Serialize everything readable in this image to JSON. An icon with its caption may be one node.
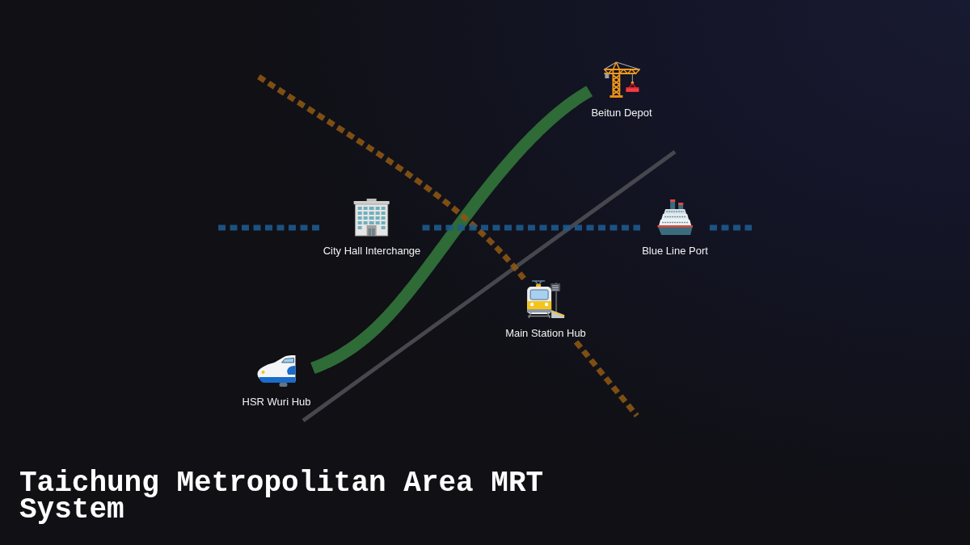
{
  "diagram": {
    "title": "Taichung Metropolitan Area MRT System",
    "nodes": [
      {
        "text": [
          "Beitun Depot"
        ]
      },
      {
        "text": [
          "City Hall Interchange"
        ]
      },
      {
        "text": [
          "Blue Line Port"
        ]
      },
      {
        "text": [
          "Main Station Hub"
        ]
      },
      {
        "text": [
          "HSR Wuri Hub"
        ]
      }
    ],
    "edges": [
      {
        "from": 4,
        "to": 0,
        "arrow": "none",
        "style": "thick",
        "color": "#2e6b37"
      },
      {
        "from": null,
        "to": 1,
        "arrow": "none",
        "style": "dashed",
        "color": "#1d5a8e"
      },
      {
        "from": 1,
        "to": 2,
        "arrow": "none",
        "style": "dashed",
        "color": "#1d5a8e"
      },
      {
        "from": 2,
        "to": null,
        "arrow": "none",
        "style": "dashed",
        "color": "#1d5a8e"
      },
      {
        "from": null,
        "to": 3,
        "arrow": "none",
        "style": "dashed",
        "color": "#8b5513"
      },
      {
        "from": 3,
        "to": null,
        "arrow": "none",
        "style": "dashed",
        "color": "#8b5513"
      }
    ]
  }
}
